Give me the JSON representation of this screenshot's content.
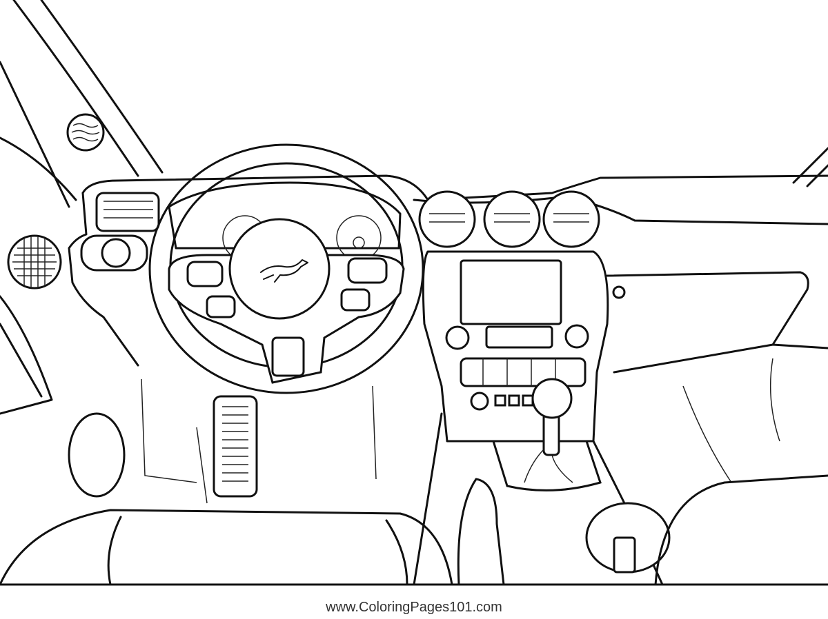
{
  "footer": {
    "watermark": "www.ColoringPages101.com"
  },
  "artwork": {
    "subject": "car-interior-dashboard",
    "logo": "mustang-pony-emblem"
  },
  "colors": {
    "line": "#111111",
    "background": "#ffffff"
  }
}
